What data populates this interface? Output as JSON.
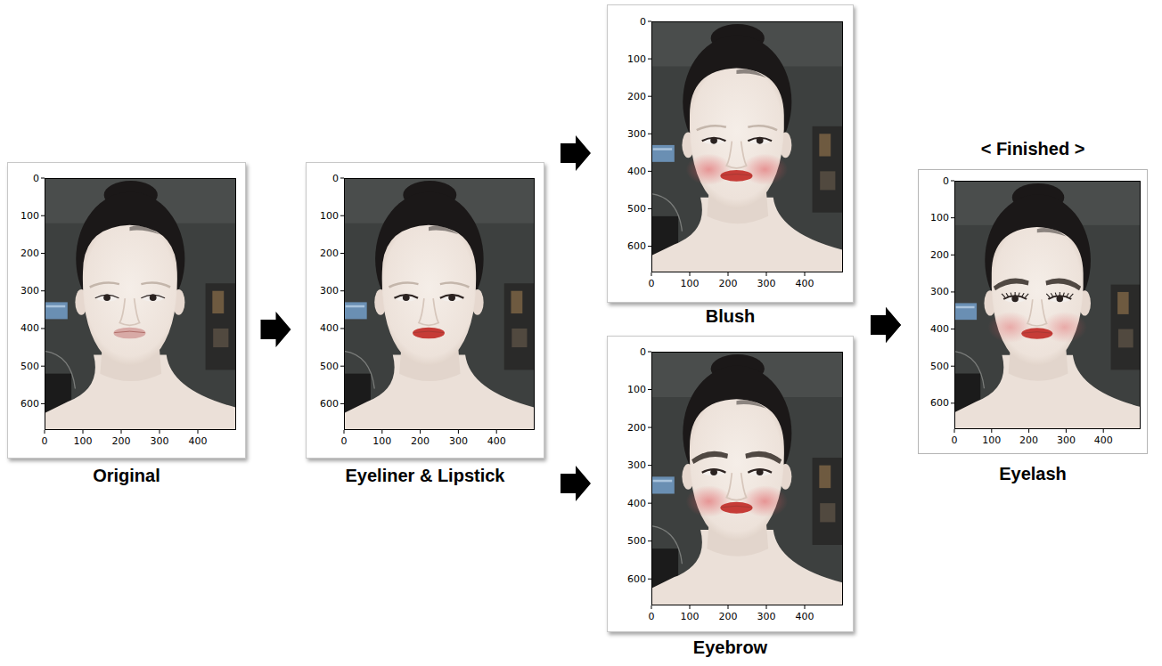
{
  "diagram": {
    "nodes": [
      {
        "text": [
          "Original"
        ]
      },
      {
        "text": [
          "Eyeliner & Lipstick"
        ]
      },
      {
        "text": [
          "Blush"
        ]
      },
      {
        "text": [
          "Eyebrow"
        ]
      },
      {
        "text": [
          "< Finished >",
          "Eyelash"
        ]
      }
    ],
    "edges": [
      {
        "from": 0,
        "to": 1,
        "arrow": "to"
      },
      {
        "from": 1,
        "to": 2,
        "arrow": "to"
      },
      {
        "from": 1,
        "to": 3,
        "arrow": "to"
      },
      {
        "from": 2,
        "to": 4,
        "arrow": "to"
      },
      {
        "from": 3,
        "to": 4,
        "arrow": "to"
      }
    ],
    "labels": [
      "0",
      "100",
      "200",
      "300",
      "400",
      "500",
      "600",
      "0",
      "100",
      "200",
      "300",
      "400",
      "0",
      "100",
      "200",
      "300",
      "400",
      "500",
      "600",
      "0",
      "100",
      "200",
      "300",
      "400",
      "0",
      "100",
      "200",
      "300",
      "400",
      "500",
      "600",
      "0",
      "100",
      "200",
      "300",
      "400",
      "0",
      "100",
      "200",
      "300",
      "400",
      "500",
      "600",
      "0",
      "100",
      "200",
      "300",
      "400",
      "0",
      "100",
      "200",
      "300",
      "400",
      "500",
      "600",
      "0",
      "100",
      "200",
      "300",
      "400"
    ]
  }
}
